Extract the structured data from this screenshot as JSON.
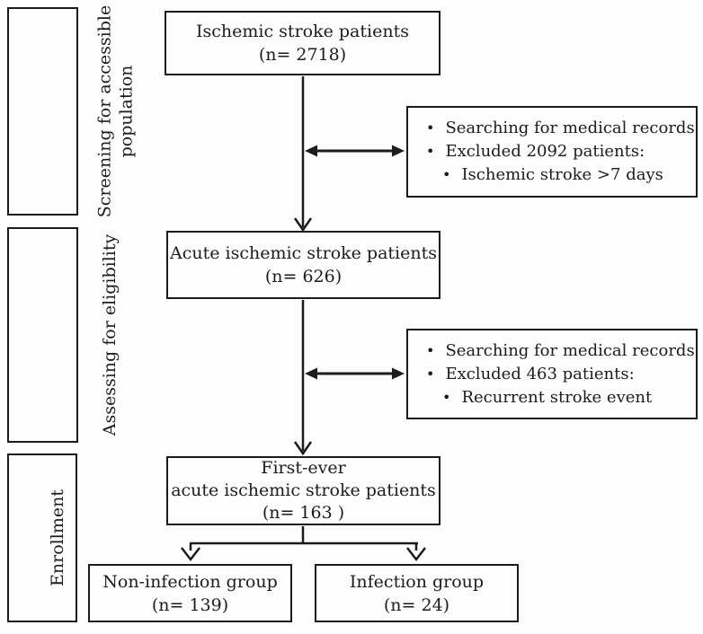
{
  "colors": {
    "ink": "#1c1c1c",
    "background": "#fdfdfd"
  },
  "bullet_glyph": "•",
  "stages": [
    {
      "lines": [
        "Screening for accessible",
        "population"
      ]
    },
    {
      "lines": [
        "Assessing for eligibility"
      ]
    },
    {
      "lines": [
        "Enrollment"
      ]
    }
  ],
  "nodes": {
    "ischemic": {
      "lines": [
        "Ischemic stroke patients",
        "(n= 2718)"
      ]
    },
    "acute": {
      "lines": [
        "Acute ischemic stroke patients",
        "(n= 626)"
      ]
    },
    "first_ever": {
      "lines": [
        "First-ever",
        "acute ischemic stroke patients",
        "(n= 163 )"
      ]
    },
    "non_infection": {
      "lines": [
        "Non-infection group",
        "(n= 139)"
      ]
    },
    "infection": {
      "lines": [
        "Infection group",
        "(n= 24)"
      ]
    }
  },
  "exclusions": [
    {
      "bullets": [
        {
          "indent": 0,
          "text": "Searching for medical records"
        },
        {
          "indent": 0,
          "text": "Excluded 2092 patients:"
        },
        {
          "indent": 1,
          "text": "Ischemic stroke >7 days"
        }
      ]
    },
    {
      "bullets": [
        {
          "indent": 0,
          "text": "Searching for medical records"
        },
        {
          "indent": 0,
          "text": "Excluded 463 patients:"
        },
        {
          "indent": 1,
          "text": "Recurrent stroke event"
        }
      ]
    }
  ]
}
